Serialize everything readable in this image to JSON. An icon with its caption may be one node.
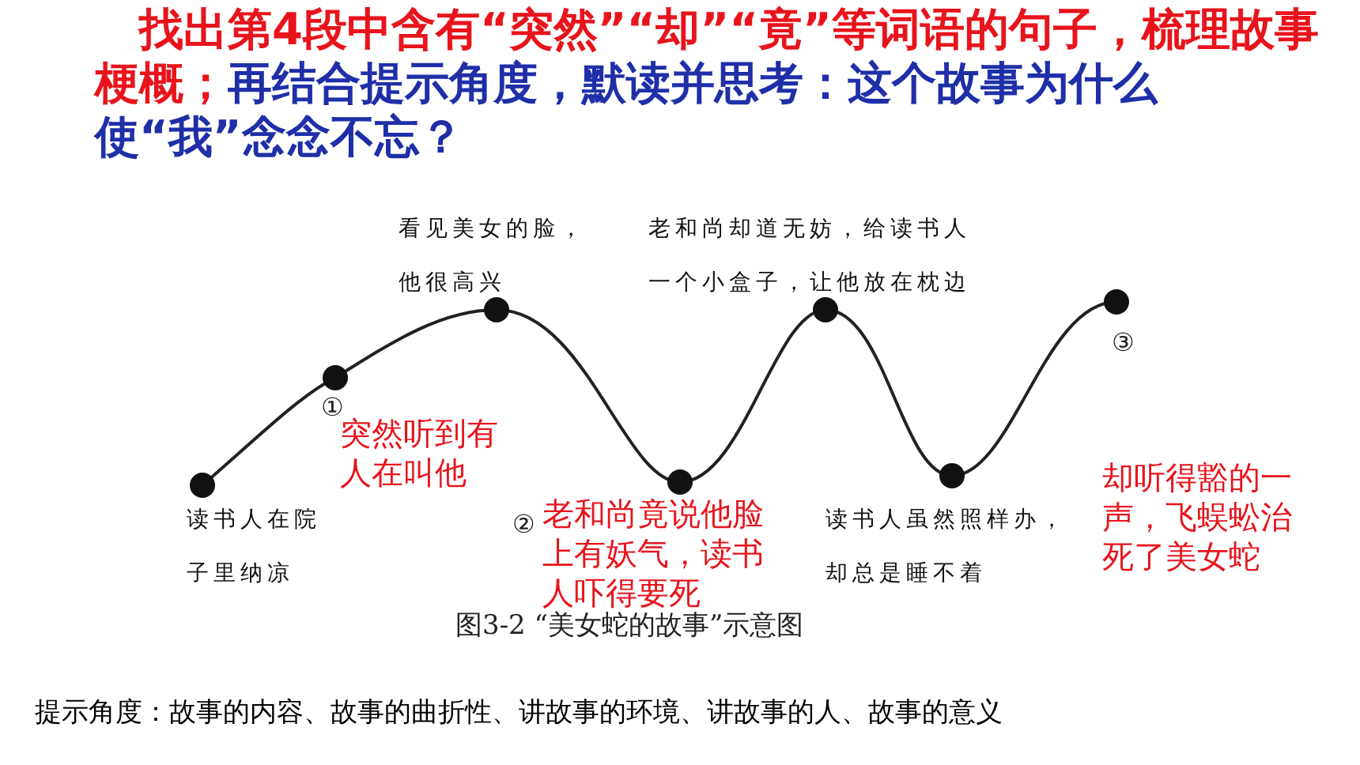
{
  "diagram": {
    "caption": "图3-2 “美女蛇的故事”示意图",
    "labels": [
      "找出第4段中含有“突然”“却”“竟”等词语的句子，梳理故事梗概；",
      "再结合提示角度，默读并思考：这个故事为什么使“我”念念不忘？",
      "看见美女的脸，他很高兴",
      "老和尚却道无妨，给读书人一个小盒子，让他放在枕边",
      "①",
      "突然听到有人在叫他",
      "③",
      "读书人在院子里纳凉",
      "②",
      "老和尚竟说他脸上有妖气，读书人吓得要死",
      "读书人虽然照样办，却总是睡不着",
      "却听得豁的一声，飞蜈蚣治死了美女蛇",
      "提示角度：故事的内容、故事的曲折性、讲故事的环境、讲故事的人、故事的意义"
    ]
  }
}
